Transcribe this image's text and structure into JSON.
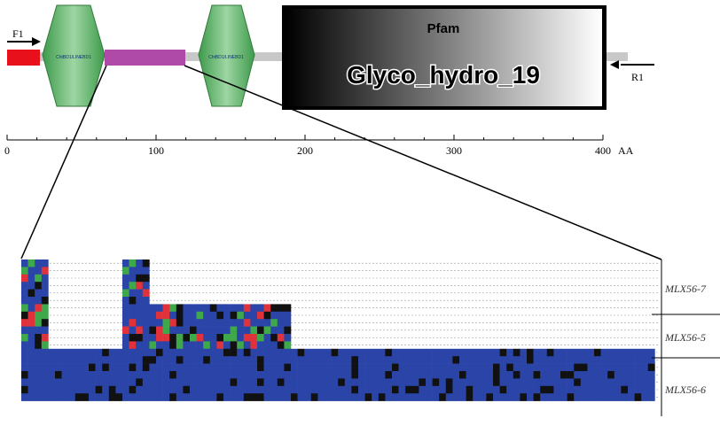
{
  "primers": {
    "forward": "F1",
    "reverse": "R1"
  },
  "domains": {
    "cbm_label_left": "ChtBD1/LINEBD1",
    "cbm_label_right": "ChtBD1/LINEBD1",
    "pfam_header": "Pfam",
    "pfam_name": "Glyco_hydro_19"
  },
  "axis": {
    "unit": "AA",
    "ticks": [
      "0",
      "100",
      "200",
      "300",
      "400"
    ],
    "max": 400
  },
  "alignment": {
    "groups": [
      "MLX56-7",
      "MLX56-5",
      "MLX56-6"
    ],
    "rows_per_group": [
      6,
      6,
      7
    ]
  },
  "colors": {
    "signal_peptide": "#e8101a",
    "linker": "#b04aa8",
    "cbm_fill": "#4fae5c",
    "backbone": "#c8c8c8",
    "base_blue": "#2a44a8",
    "base_green": "#3fa84a",
    "base_red": "#e0323a",
    "base_black": "#111111"
  }
}
